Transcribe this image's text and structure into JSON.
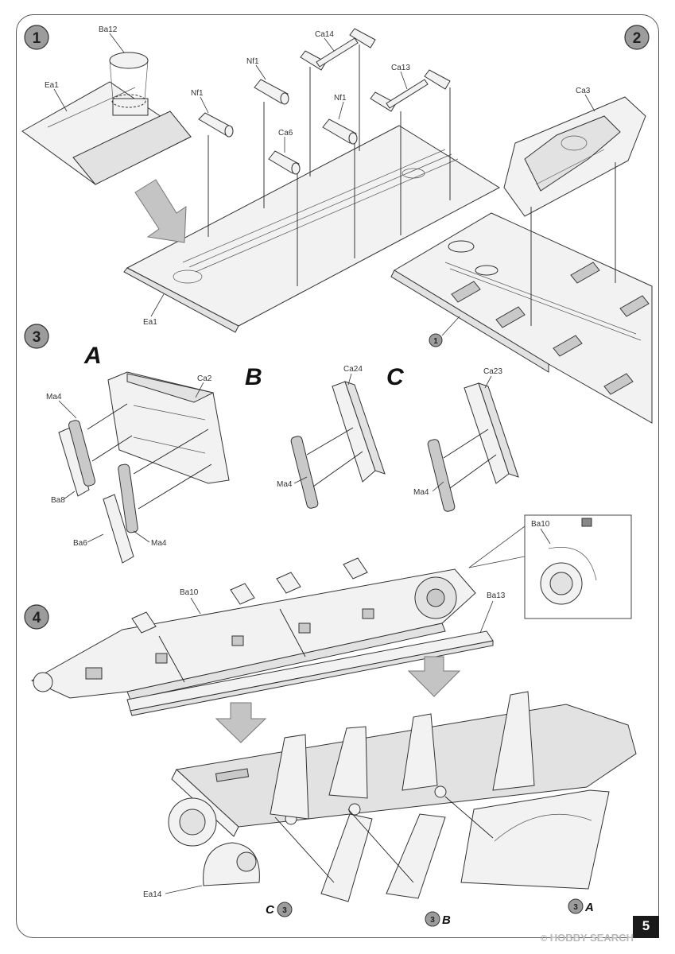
{
  "steps": {
    "s1": "1",
    "s2": "2",
    "s3": "3",
    "s4": "4"
  },
  "step1": {
    "parts": {
      "ba12": "Ba12",
      "ea1_top": "Ea1",
      "ea1_bottom": "Ea1",
      "nf1_a": "Nf1",
      "nf1_b": "Nf1",
      "nf1_c": "Nf1",
      "ca14": "Ca14",
      "ca13": "Ca13",
      "ca6": "Ca6"
    }
  },
  "step2": {
    "parts": {
      "ca3": "Ca3"
    },
    "ref_step": "1"
  },
  "step3": {
    "variants": {
      "a": "A",
      "b": "B",
      "c": "C"
    },
    "parts": {
      "ca2": "Ca2",
      "ma4_a1": "Ma4",
      "ma4_a2": "Ma4",
      "ba8": "Ba8",
      "ba6": "Ba6",
      "ca24": "Ca24",
      "ma4_b": "Ma4",
      "ca23": "Ca23",
      "ma4_c": "Ma4"
    }
  },
  "step4": {
    "parts": {
      "ba10": "Ba10",
      "ba10_detail": "Ba10",
      "ba13": "Ba13",
      "ea14": "Ea14"
    },
    "refs": [
      {
        "letter": "C",
        "step": "3"
      },
      {
        "letter": "B",
        "step": "3"
      },
      {
        "letter": "A",
        "step": "3"
      }
    ]
  },
  "page_number": "5",
  "watermark": {
    "brand": "HOBBY SEARCH",
    "symbol": "©"
  }
}
